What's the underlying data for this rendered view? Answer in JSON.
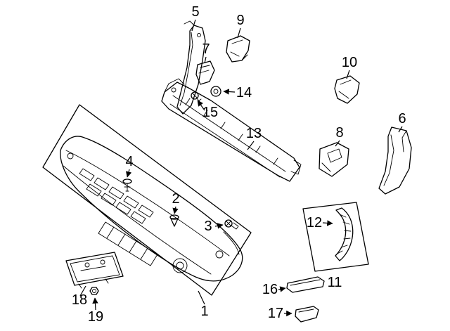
{
  "figure": {
    "type": "exploded-parts-diagram",
    "subject": "front-bumper-assembly",
    "background_color": "#ffffff",
    "line_color": "#000000",
    "callouts": [
      {
        "label": "1"
      },
      {
        "label": "2"
      },
      {
        "label": "3"
      },
      {
        "label": "4"
      },
      {
        "label": "5"
      },
      {
        "label": "6"
      },
      {
        "label": "7"
      },
      {
        "label": "8"
      },
      {
        "label": "9"
      },
      {
        "label": "10"
      },
      {
        "label": "11"
      },
      {
        "label": "12"
      },
      {
        "label": "13"
      },
      {
        "label": "14"
      },
      {
        "label": "15"
      },
      {
        "label": "16"
      },
      {
        "label": "17"
      },
      {
        "label": "18"
      },
      {
        "label": "19"
      }
    ]
  }
}
